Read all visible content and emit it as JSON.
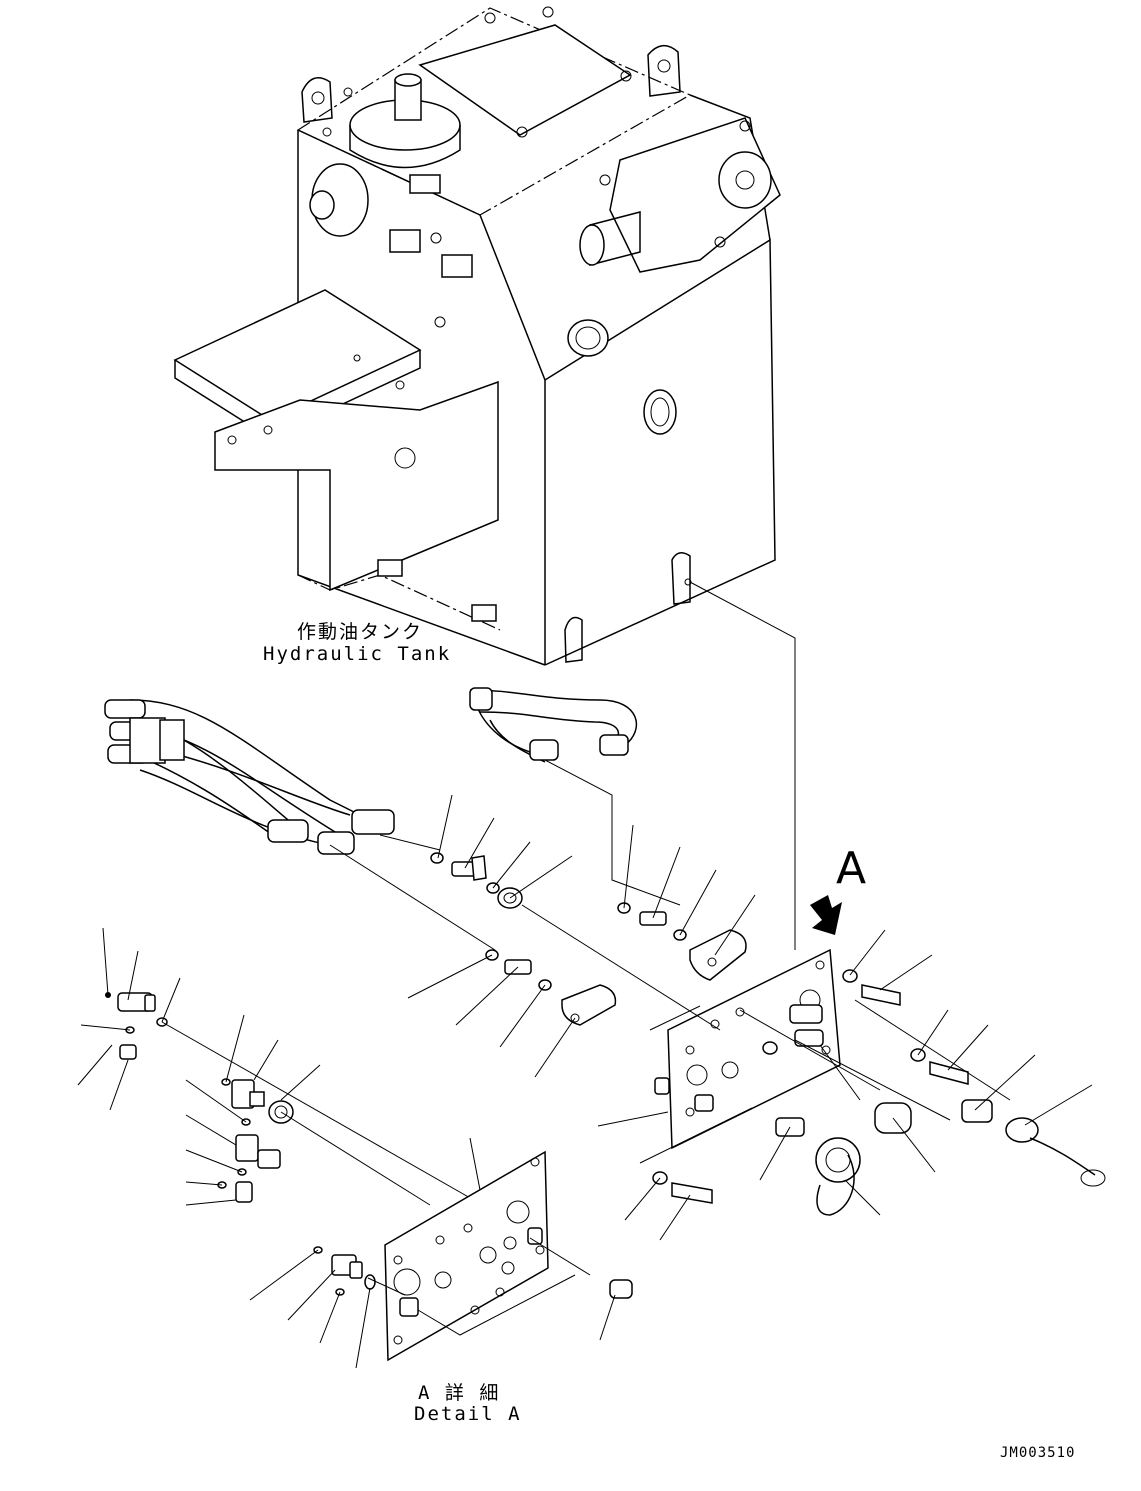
{
  "labels": {
    "tank_jp": "作動油タンク",
    "tank_en": "Hydraulic Tank",
    "view_marker": "A",
    "detail_jp": "A 詳 細",
    "detail_en": "Detail A",
    "drawing_code": "JM003510"
  },
  "icons": [
    "hydraulic-tank",
    "hose-assembly",
    "port-plate",
    "detail-plate",
    "direction-arrow",
    "fitting",
    "o-ring",
    "bolt",
    "washer",
    "cap",
    "coupler"
  ]
}
